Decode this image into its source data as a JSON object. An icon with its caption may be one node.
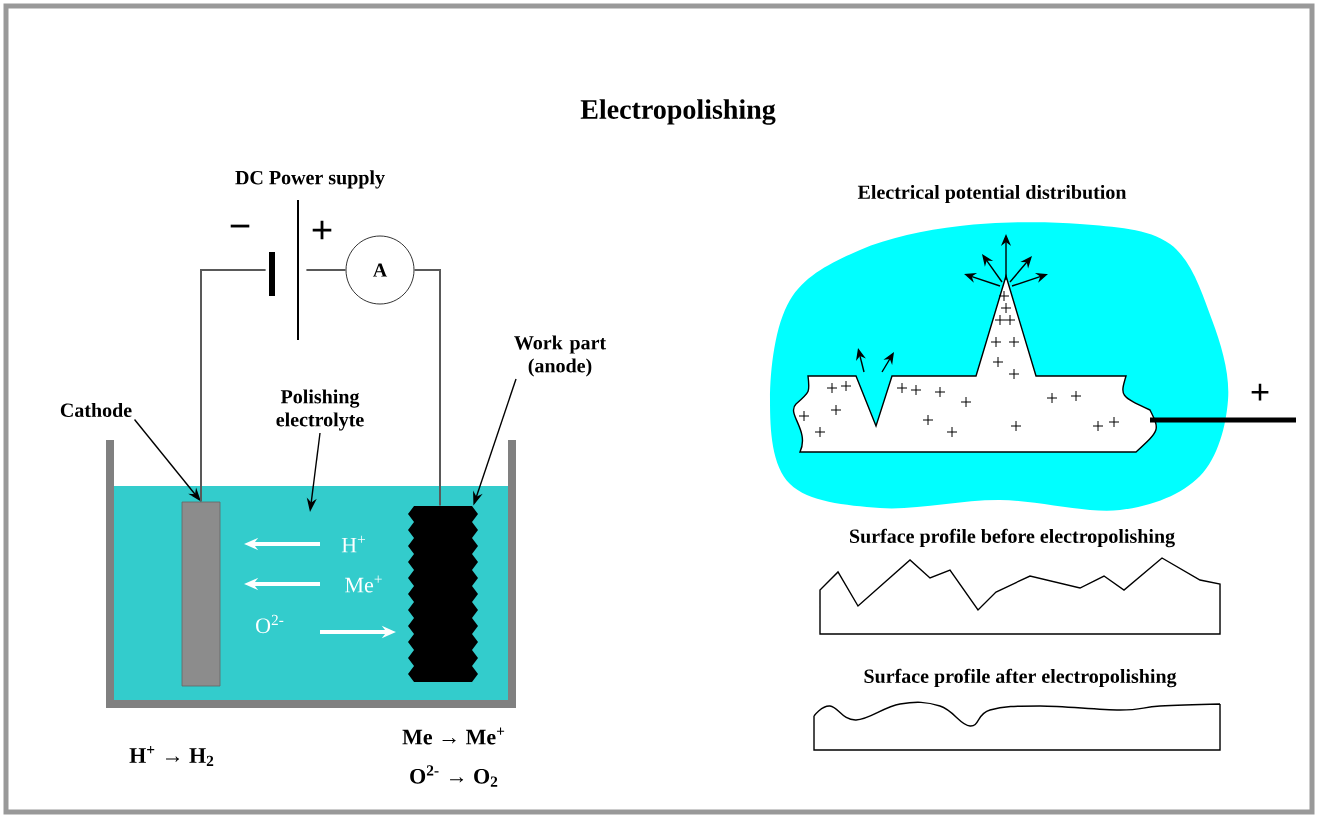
{
  "diagram": {
    "title": "Electropolishing",
    "nodes": [
      {
        "text": [],
        "shape": "battery",
        "beside": [
          "DC Power supply"
        ]
      },
      {
        "text": [
          "A"
        ]
      },
      {
        "text": [
          "Cathode"
        ]
      },
      {
        "text": [],
        "shape": "bar"
      },
      {
        "text": [
          "Polishing electrolyte"
        ]
      },
      {
        "text": [
          "Work part (anode)"
        ]
      },
      {
        "text": [],
        "shape": "bar"
      }
    ],
    "edges": [
      {
        "from": 2,
        "to": 3,
        "arrow": "to"
      },
      {
        "from": 4,
        "to": null,
        "arrow": "to"
      },
      {
        "from": 5,
        "to": 6,
        "arrow": "to"
      },
      {
        "from": 3,
        "to": 0,
        "arrow": "none"
      },
      {
        "from": 0,
        "to": 1,
        "arrow": "none"
      },
      {
        "from": 1,
        "to": 6,
        "arrow": "none"
      }
    ],
    "labels": [
      "−",
      "+",
      "H$^{+}$",
      "Me$^{+}$",
      "O$^{2-}$",
      "H$^{+}$ → H$_{2}$",
      "Me → Me$^{+}$",
      "O$^{2-}$ → O$_{2}$",
      "Electrical potential distribution",
      "+",
      "Surface profile before electropolishing",
      "Surface profile after electropolishing"
    ]
  }
}
